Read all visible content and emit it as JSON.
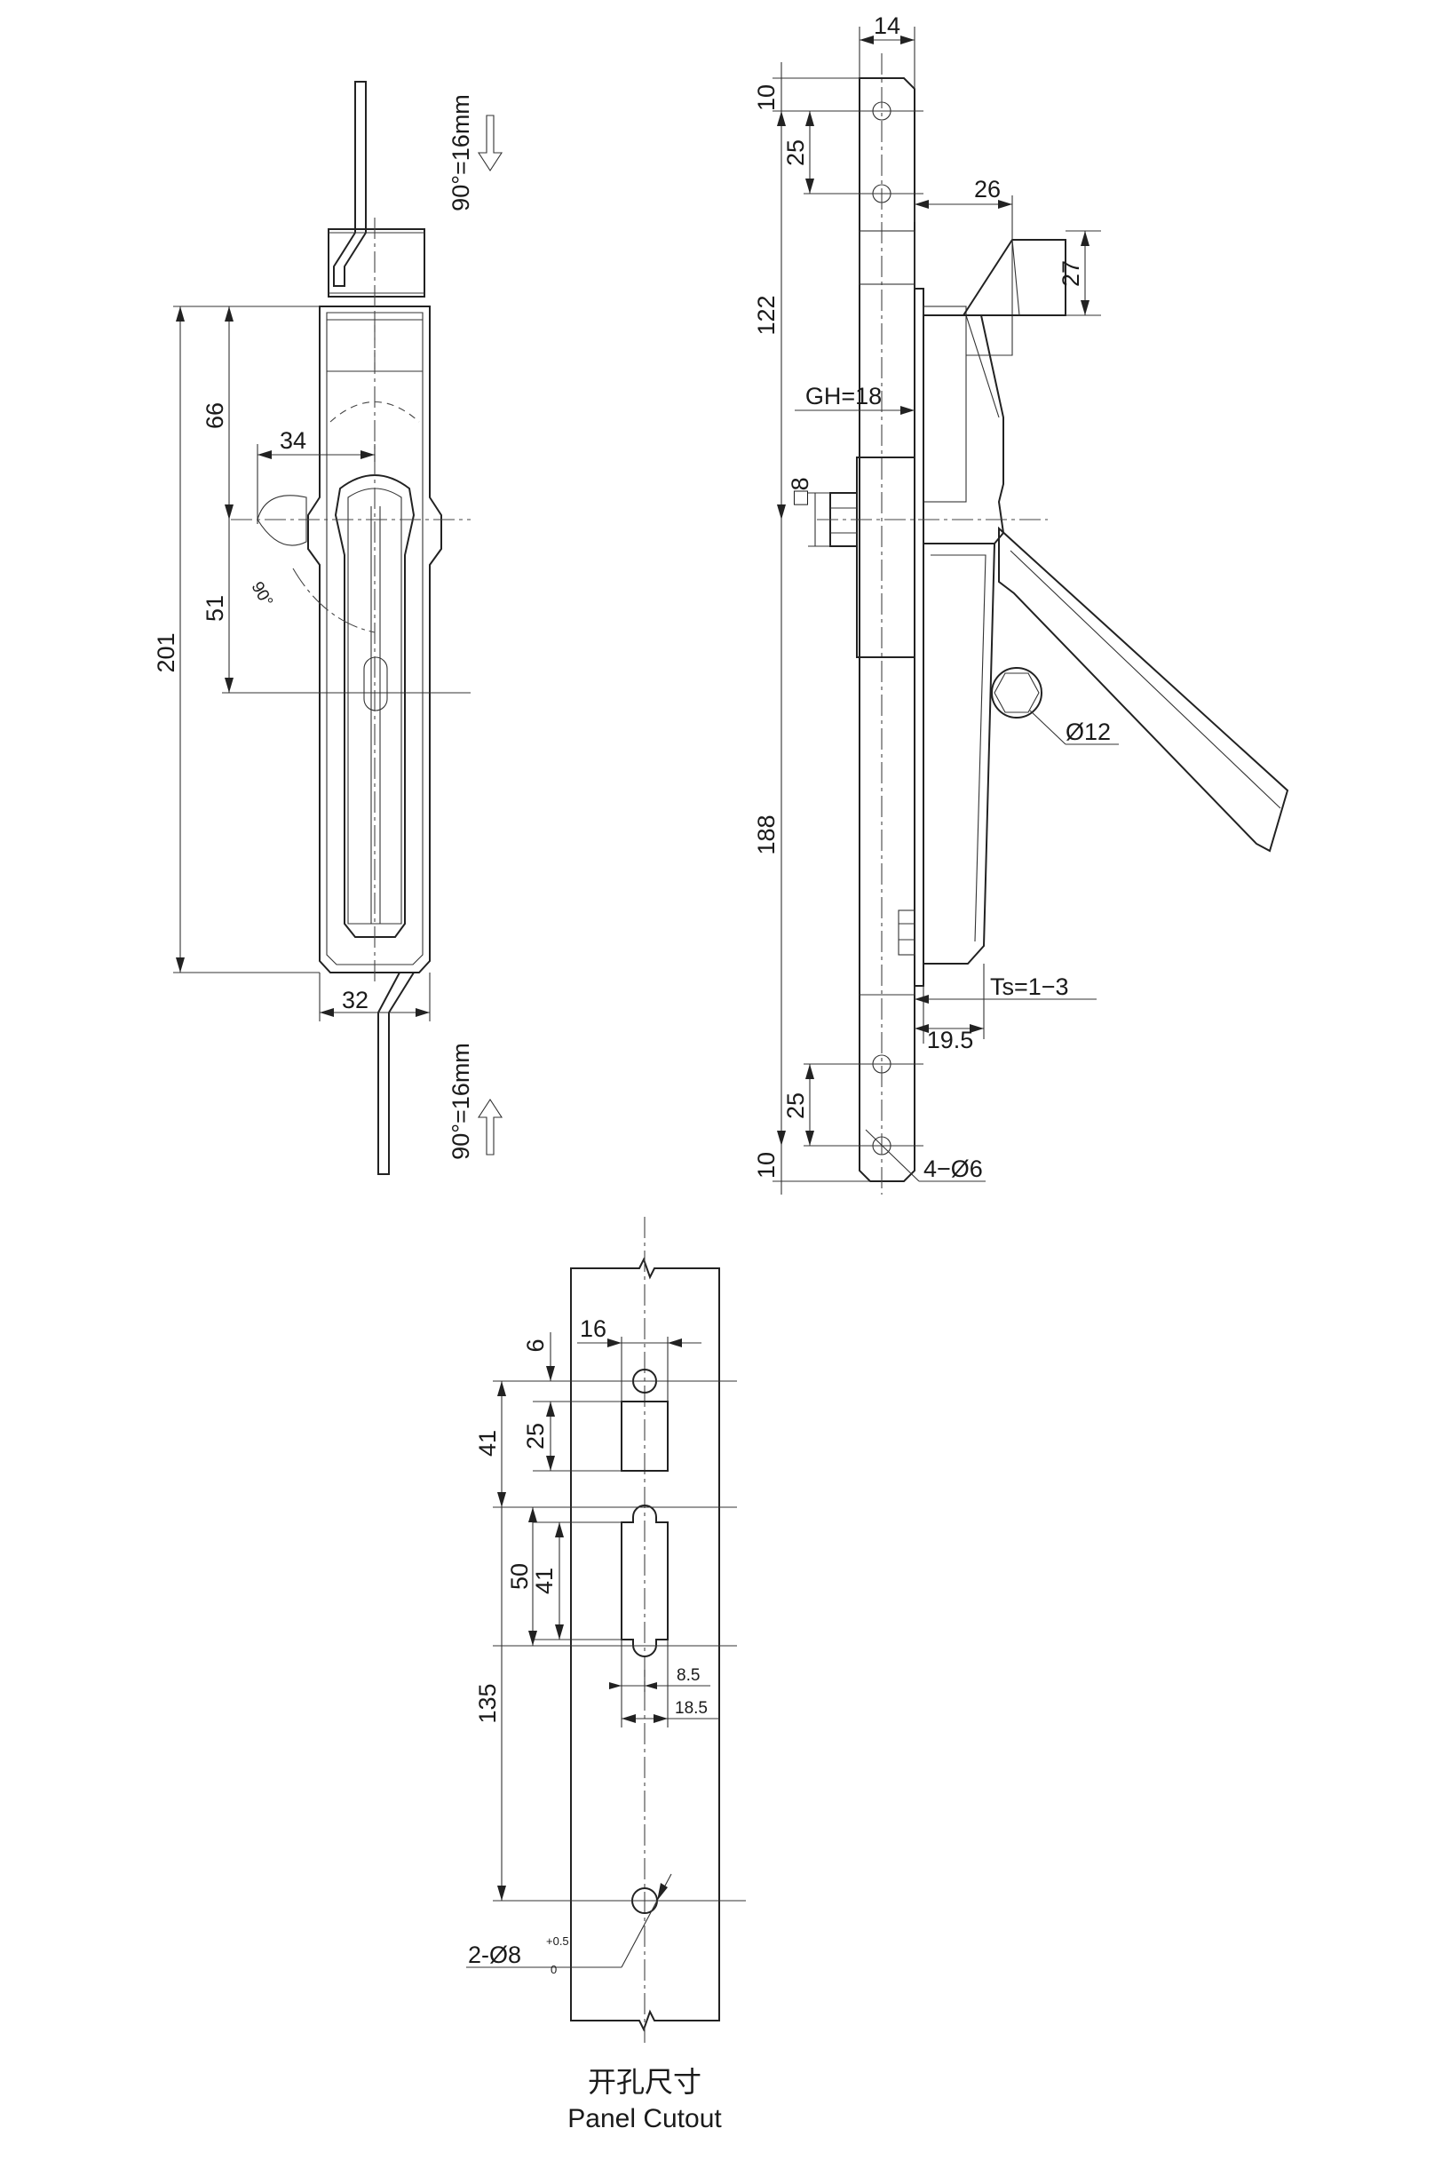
{
  "front_view": {
    "dims": {
      "overall_height": "201",
      "upper_height": "66",
      "lower_height": "51",
      "handle_offset": "34",
      "width": "32",
      "angle": "90°"
    },
    "notes": {
      "rod_top": "90°=16mm",
      "rod_bottom": "90°=16mm"
    }
  },
  "side_view": {
    "dims": {
      "top_width": "14",
      "top_edge": "10",
      "top_hole_spacing": "25",
      "handle_length": "26",
      "handle_height": "27",
      "upper_length": "122",
      "grip_height": "GH=18",
      "square_key": "□8",
      "lower_length": "188",
      "cam_diameter": "Ø12",
      "thickness": "Ts=1−3",
      "depth": "19.5",
      "bottom_hole_spacing": "25",
      "bottom_edge": "10",
      "holes": "4−Ø6"
    }
  },
  "cutout": {
    "dims": {
      "hole_offset": "6",
      "slot_width": "16",
      "upper_pitch": "41",
      "upper_slot": "25",
      "lower_height": "50",
      "lower_slot": "41",
      "lower_pitch": "135",
      "width_a": "8.5",
      "width_b": "18.5",
      "hole_label": "2-Ø8",
      "tol_upper": "+0.5",
      "tol_lower": "0"
    },
    "caption_cn": "开孔尺寸",
    "caption_en": "Panel Cutout"
  }
}
